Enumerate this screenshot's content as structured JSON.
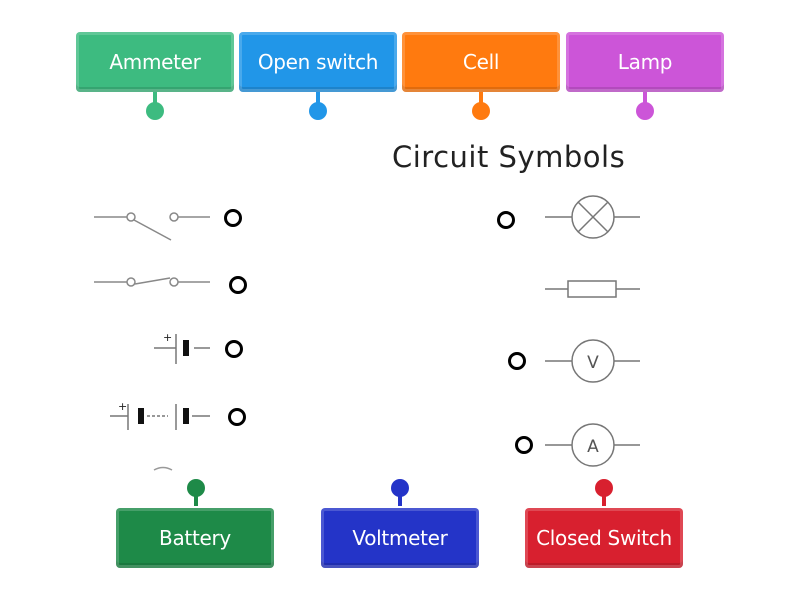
{
  "title": "Circuit Symbols",
  "top_labels": [
    {
      "label": "Ammeter",
      "color": "#3dbb80",
      "pin": "#3dbb80"
    },
    {
      "label": "Open switch",
      "color": "#2196e8",
      "pin": "#2196e8"
    },
    {
      "label": "Cell",
      "color": "#ff7a0f",
      "pin": "#ff7a0f"
    },
    {
      "label": "Lamp",
      "color": "#cc55d8",
      "pin": "#cc55d8"
    }
  ],
  "bottom_labels": [
    {
      "label": "Battery",
      "color": "#1e8a48",
      "pin": "#1e8a48"
    },
    {
      "label": "Voltmeter",
      "color": "#2434c8",
      "pin": "#2434c8"
    },
    {
      "label": "Closed Switch",
      "color": "#d8202f",
      "pin": "#d8202f"
    }
  ],
  "symbols": {
    "open_switch": "open-switch",
    "closed_switch": "closed-switch",
    "cell": "cell",
    "battery": "battery",
    "lamp": "lamp",
    "resistor": "resistor",
    "voltmeter_letter": "V",
    "ammeter_letter": "A",
    "plus_sign": "+"
  }
}
